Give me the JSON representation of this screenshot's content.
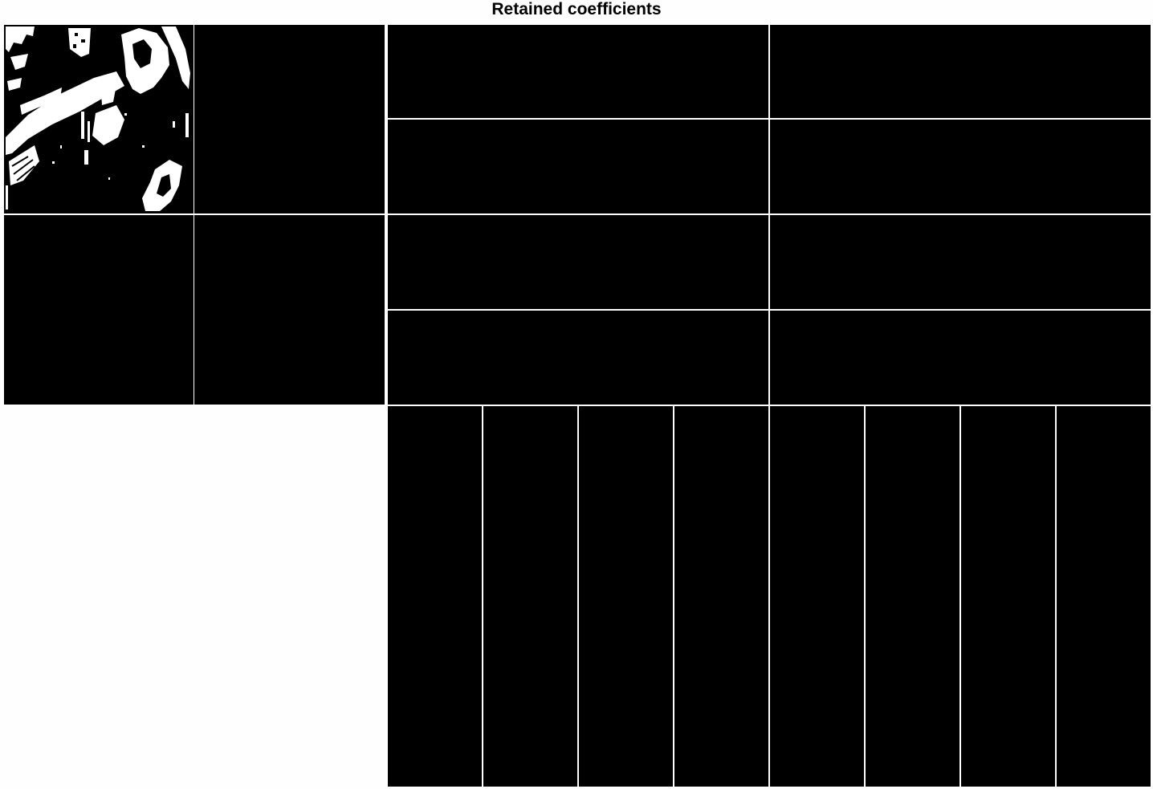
{
  "figure": {
    "title": "Retained coefficients",
    "colors": {
      "background": "#fefefe",
      "block": "#000000",
      "retained": "#ffffff"
    }
  },
  "panels": [
    {
      "name": "approximation-subband",
      "content": "retained-coefficient-map"
    },
    {
      "name": "level1-horizontal-subband",
      "content": "empty"
    },
    {
      "name": "level1-vertical-subband",
      "content": "empty"
    },
    {
      "name": "level1-diagonal-subband",
      "content": "empty"
    },
    {
      "name": "level2-subbands",
      "count": 8
    },
    {
      "name": "level3-subbands",
      "count": 8
    }
  ]
}
